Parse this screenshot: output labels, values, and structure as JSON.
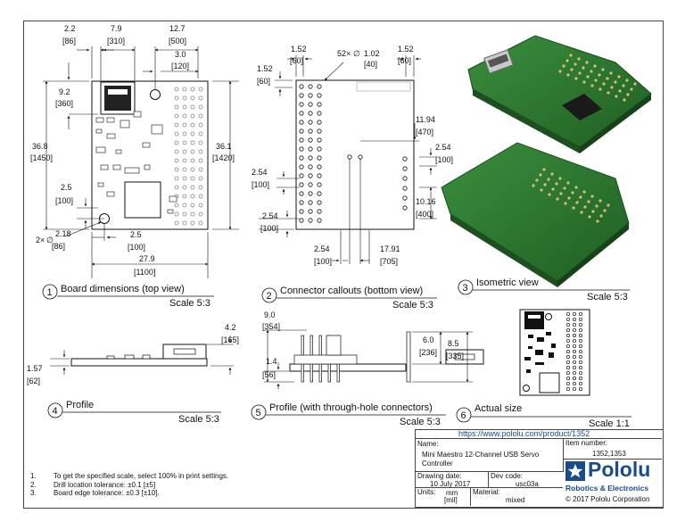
{
  "board_view": {
    "label_number": "1",
    "label": "Board dimensions (top view)",
    "scale": "Scale 5:3",
    "dims": {
      "d1_mm": "2.2",
      "d1_mil": "[86]",
      "d2_mm": "7.9",
      "d2_mil": "[310]",
      "d3_mm": "12.7",
      "d3_mil": "[500]",
      "d4_mm": "3.0",
      "d4_mil": "[120]",
      "d5_mm": "9.2",
      "d5_mil": "[360]",
      "d6_mm": "36.8",
      "d6_mil": "[1450]",
      "d7_mm": "36.1",
      "d7_mil": "[1420]",
      "d8_mm": "2.5",
      "d8_mil": "[100]",
      "d9_prefix": "2×",
      "d9_mm": "2.18",
      "d9_mil": "[86]",
      "d10_mm": "2.5",
      "d10_mil": "[100]",
      "d11_mm": "27.9",
      "d11_mil": "[1100]"
    }
  },
  "connector_view": {
    "label_number": "2",
    "label": "Connector callouts (bottom view)",
    "scale": "Scale 5:3",
    "dims": {
      "c1_mm": "1.52",
      "c1_mil": "[60]",
      "c2_prefix": "52×",
      "c2_mm": "1.02",
      "c2_mil": "[40]",
      "c3_mm": "1.52",
      "c3_mil": "[60]",
      "c4_mm": "1.52",
      "c4_mil": "[60]",
      "c5_mm": "11.94",
      "c5_mil": "[470]",
      "c6_mm": "2.54",
      "c6_mil": "[100]",
      "c7_mm": "2.54",
      "c7_mil": "[100]",
      "c8_mm": "10.16",
      "c8_mil": "[400]",
      "c9_mm": "2.54",
      "c9_mil": "[100]",
      "c10_mm": "2.54",
      "c10_mil": "[100]",
      "c11_mm": "17.91",
      "c11_mil": "[705]"
    }
  },
  "iso_view": {
    "label_number": "3",
    "label": "Isometric view",
    "scale": "Scale 5:3"
  },
  "profile_view": {
    "label_number": "4",
    "label": "Profile",
    "scale": "Scale 5:3",
    "dims": {
      "p1_mm": "4.2",
      "p1_mil": "[165]",
      "p2_mm": "1.57",
      "p2_mil": "[62]"
    }
  },
  "profile_th_view": {
    "label_number": "5",
    "label": "Profile (with through-hole connectors)",
    "scale": "Scale 5:3",
    "dims": {
      "t1_mm": "9.0",
      "t1_mil": "[354]",
      "t2_mm": "6.0",
      "t2_mil": "[236]",
      "t3_mm": "8.5",
      "t3_mil": "[335]",
      "t4_mm": "1.4",
      "t4_mil": "[56]"
    }
  },
  "actual_view": {
    "label_number": "6",
    "label": "Actual size",
    "scale": "Scale 1:1"
  },
  "notes": [
    {
      "num": "1.",
      "text": "To get the specified scale, select 100% in print settings."
    },
    {
      "num": "2.",
      "text": "Drill location tolerance: ±0.1 [±5]"
    },
    {
      "num": "3.",
      "text": "Board edge tolerance: ±0.3 [±10]."
    }
  ],
  "title_block": {
    "url": "https://www.pololu.com/product/1352",
    "name_label": "Name:",
    "name_value": "Mini Maestro 12-Channel USB Servo Controller",
    "item_label": "Item number:",
    "item_value": "1352,1353",
    "date_label": "Drawing date:",
    "date_value": "10 July 2017",
    "dev_label": "Dev code:",
    "dev_value": "usc03a",
    "units_label": "Units:",
    "units_value": "mm",
    "units_value2": "[mil]",
    "material_label": "Material:",
    "material_value": "mixed",
    "logo_name": "Pololu",
    "logo_tagline": "Robotics & Electronics",
    "copyright": "© 2017 Pololu Corporation"
  },
  "colors": {
    "pcb_green": "#2e7d32",
    "pololu_blue": "#1a4b8c"
  }
}
